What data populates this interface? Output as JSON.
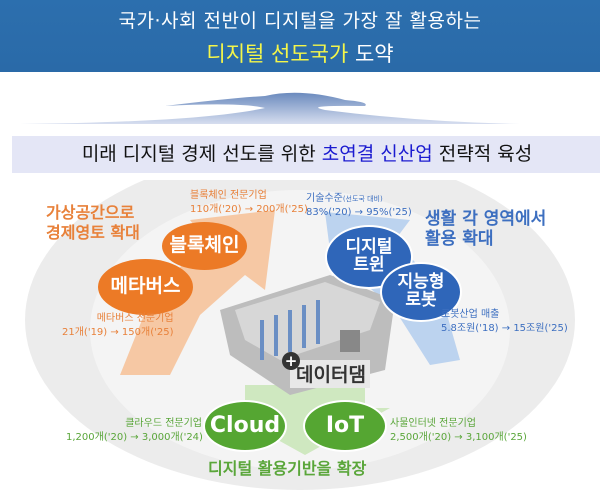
{
  "header": {
    "line1": "국가·사회 전반이 디지털을 가장 잘 활용하는",
    "line2_highlight": "디지털 선도국가",
    "line2_rest": " 도약"
  },
  "banner": {
    "prefix": "미래 디지털 경제 선도를 위한 ",
    "highlight": "초연결 신산업",
    "suffix": " 전략적 육성"
  },
  "colors": {
    "header_bg": "#2c6fae",
    "highlight_yellow": "#f4f64a",
    "highlight_blue": "#1b1bd0",
    "orange": "#ec7a26",
    "blue": "#2f66b9",
    "green": "#55a632"
  },
  "left": {
    "heading1": "가상공간으로",
    "heading2": "경제영토 확대",
    "blockchain": {
      "label": "블록체인",
      "note1": "블록체인 전문기업",
      "note2": "110개('20) → 200개('25)"
    },
    "metaverse": {
      "label": "메타버스",
      "note1": "메타버스 전문기업",
      "note2": "21개('19) → 150개('25)"
    }
  },
  "right": {
    "heading1": "생활 각 영역에서",
    "heading2": "활용 확대",
    "twin": {
      "label1": "디지털",
      "label2": "트윈",
      "note1": "기술수준",
      "note1_sub": "(선도국 대비)",
      "note2": "83%('20) → 95%('25)"
    },
    "robot": {
      "label1": "지능형",
      "label2": "로봇",
      "note1": "로봇산업 매출",
      "note2": "5.8조원('18) → 15조원('25)"
    }
  },
  "center": {
    "label": "데이터댐",
    "plus": "+"
  },
  "bottom": {
    "heading": "디지털 활용기반을 확장",
    "cloud": {
      "label": "Cloud",
      "note1": "클라우드 전문기업",
      "note2": "1,200개('20) → 3,000개('24)"
    },
    "iot": {
      "label": "IoT",
      "note1": "사물인터넷 전문기업",
      "note2": "2,500개('20) → 3,100개('25)"
    }
  }
}
